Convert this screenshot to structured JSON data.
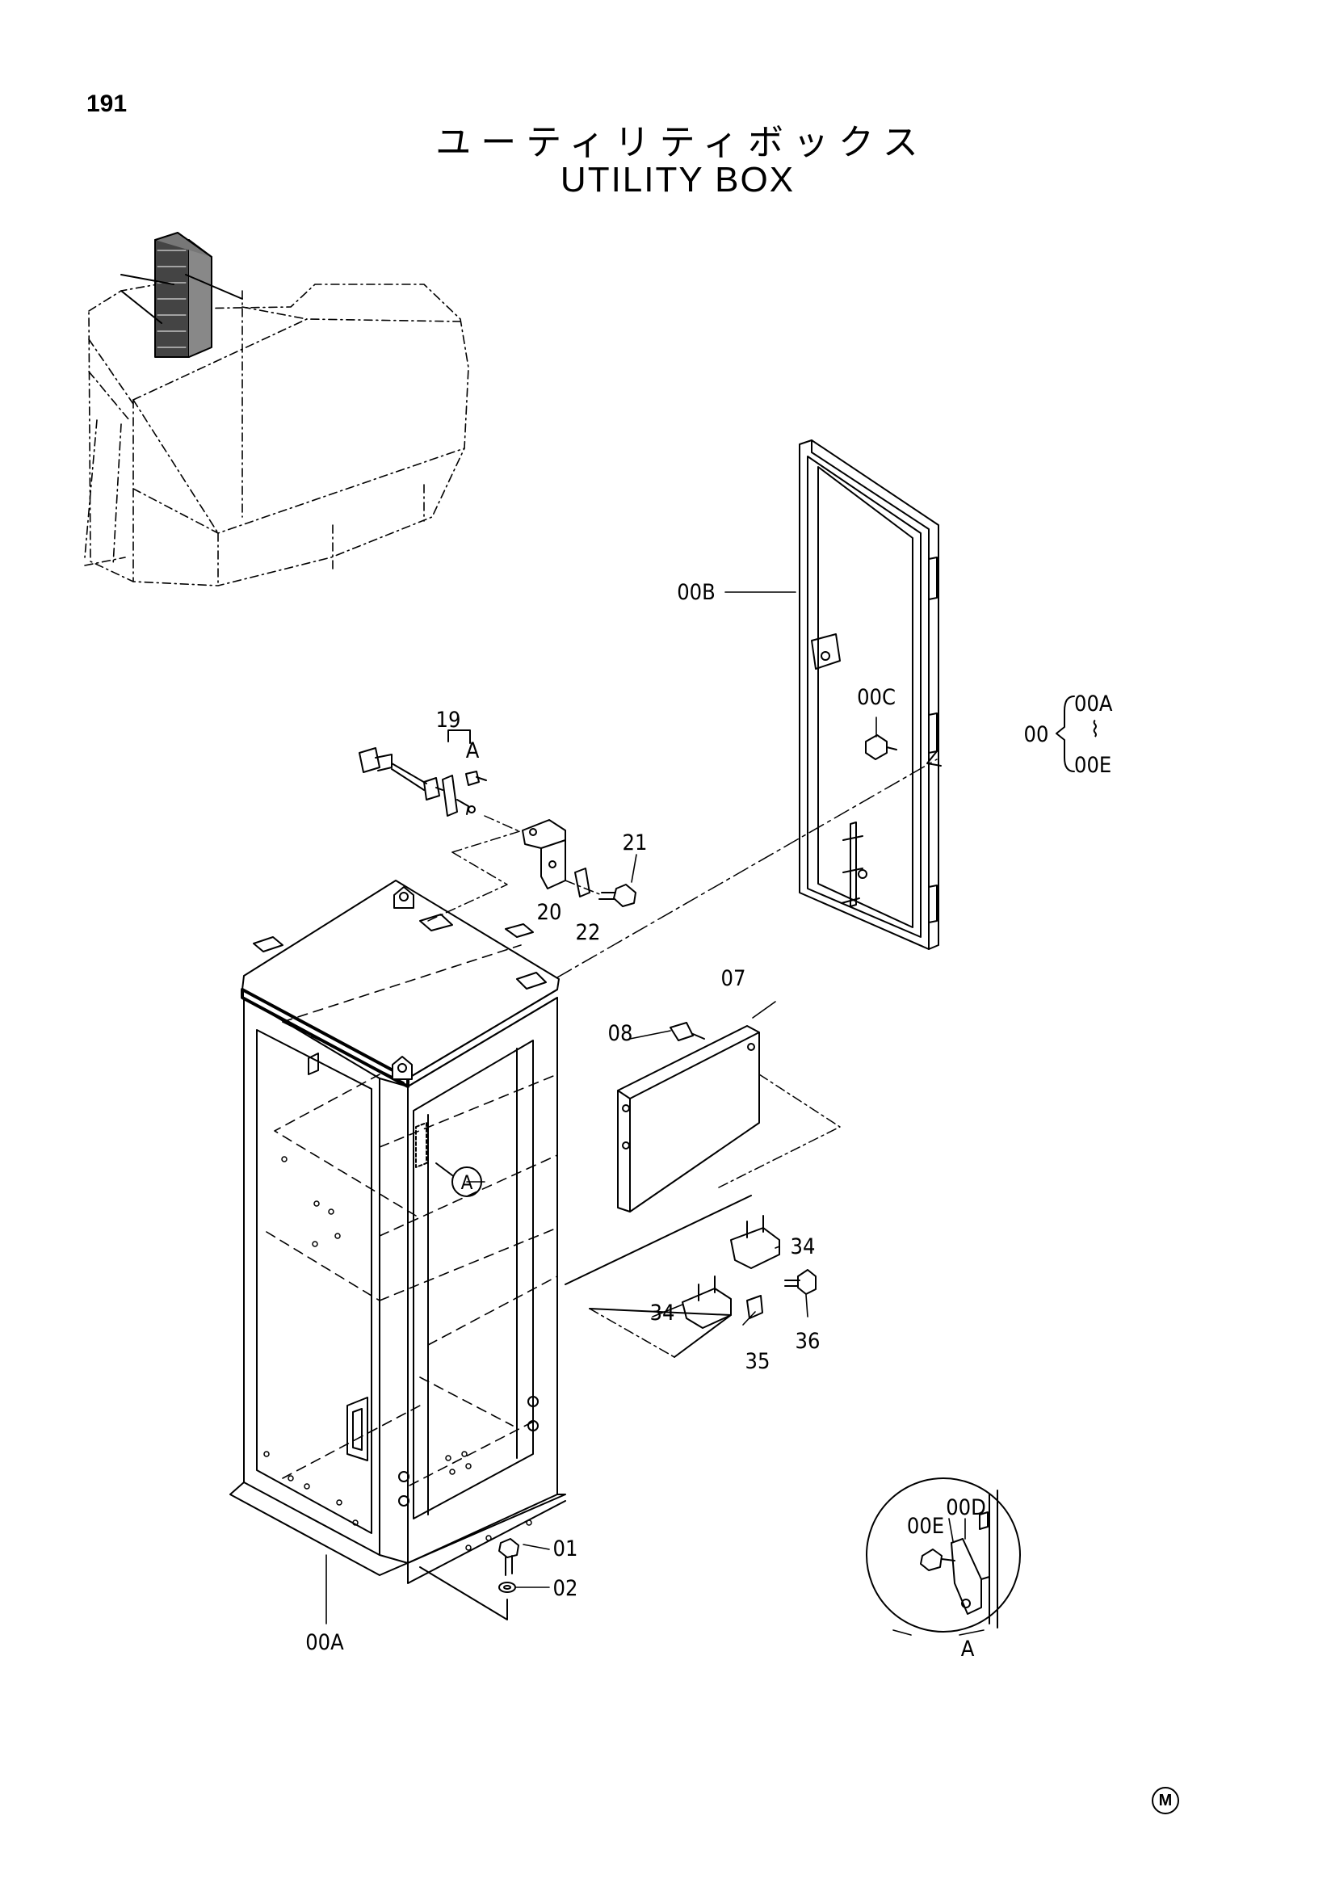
{
  "page_number": "191",
  "title_jp": "ユーティリティボックス",
  "title_en": "UTILITY BOX",
  "detail_view_label": "A",
  "callout_circle_label": "A",
  "callout_a_small": "A",
  "group_label": "00",
  "group_range_top": "00A",
  "group_range_bottom": "00E",
  "group_range_sep": "⌇",
  "parts": {
    "p00B": "00B",
    "p00C": "00C",
    "p19": "19",
    "p21": "21",
    "p20": "20",
    "p22": "22",
    "p07": "07",
    "p08": "08",
    "p34a": "34",
    "p34b": "34",
    "p35": "35",
    "p36": "36",
    "p01": "01",
    "p02": "02",
    "p00A": "00A",
    "p00D": "00D",
    "p00E": "00E"
  },
  "corner_mark": "M"
}
